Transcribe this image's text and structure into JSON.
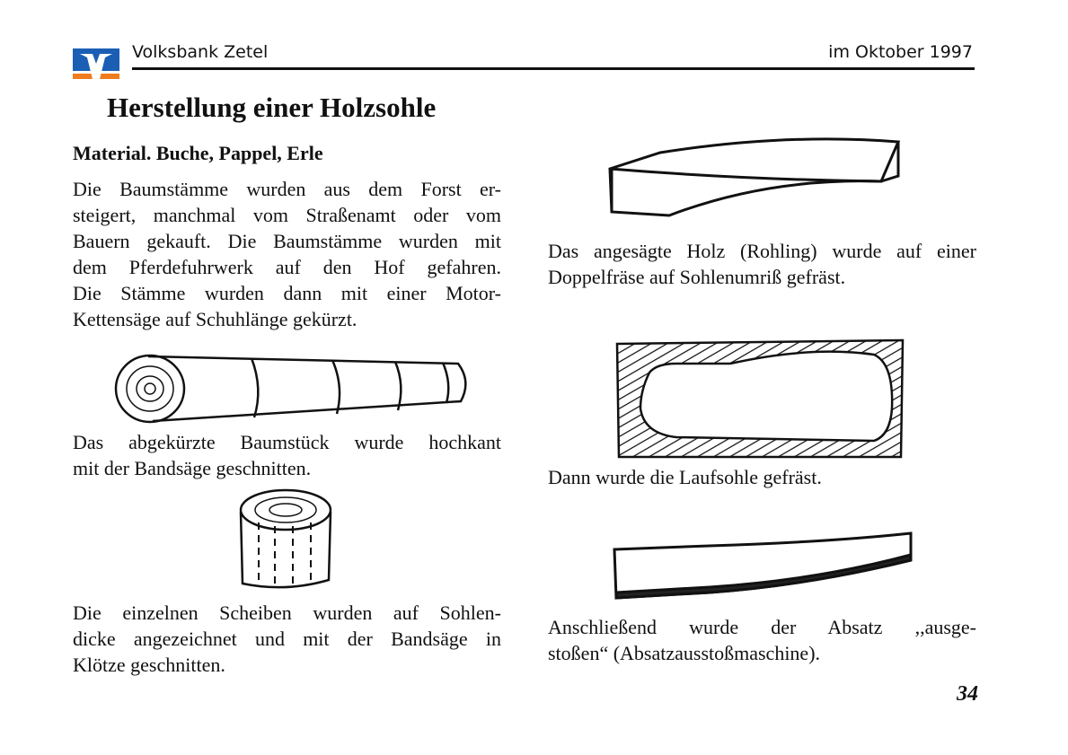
{
  "header": {
    "bank": "Volksbank Zetel",
    "date": "im Oktober 1997",
    "logo_text": "V",
    "brand_blue": "#1a5fb4",
    "brand_orange": "#f07d1c"
  },
  "title": "Herstellung einer Holzsohle",
  "material": "Material. Buche, Pappel, Erle",
  "left": {
    "p1": [
      "Die Baumstämme wurden aus dem Forst er-",
      "steigert, manchmal vom Straßenamt oder vom",
      "Bauern gekauft. Die Baumstämme wurden mit",
      "dem Pferdefuhrwerk auf den Hof gefahren.",
      "Die Stämme wurden dann mit einer Motor-",
      "Kettensäge auf Schuhlänge gekürzt."
    ],
    "p2": [
      "Das abgekürzte Baumstück wurde hochkant",
      "mit der Bandsäge geschnitten."
    ],
    "p3": [
      "Die einzelnen Scheiben wurden auf Sohlen-",
      "dicke angezeichnet und mit der Bandsäge in",
      "Klötze geschnitten."
    ]
  },
  "right": {
    "p1": [
      "Das angesägte Holz (Rohling) wurde auf einer",
      "Doppelfräse auf Sohlenumriß gefräst."
    ],
    "p2": [
      "Dann wurde die Laufsohle gefräst."
    ],
    "p3": [
      "Anschließend wurde der Absatz ,,ausge-",
      "stoßen“ (Absatzausstoßmaschine)."
    ]
  },
  "page_number": "34"
}
